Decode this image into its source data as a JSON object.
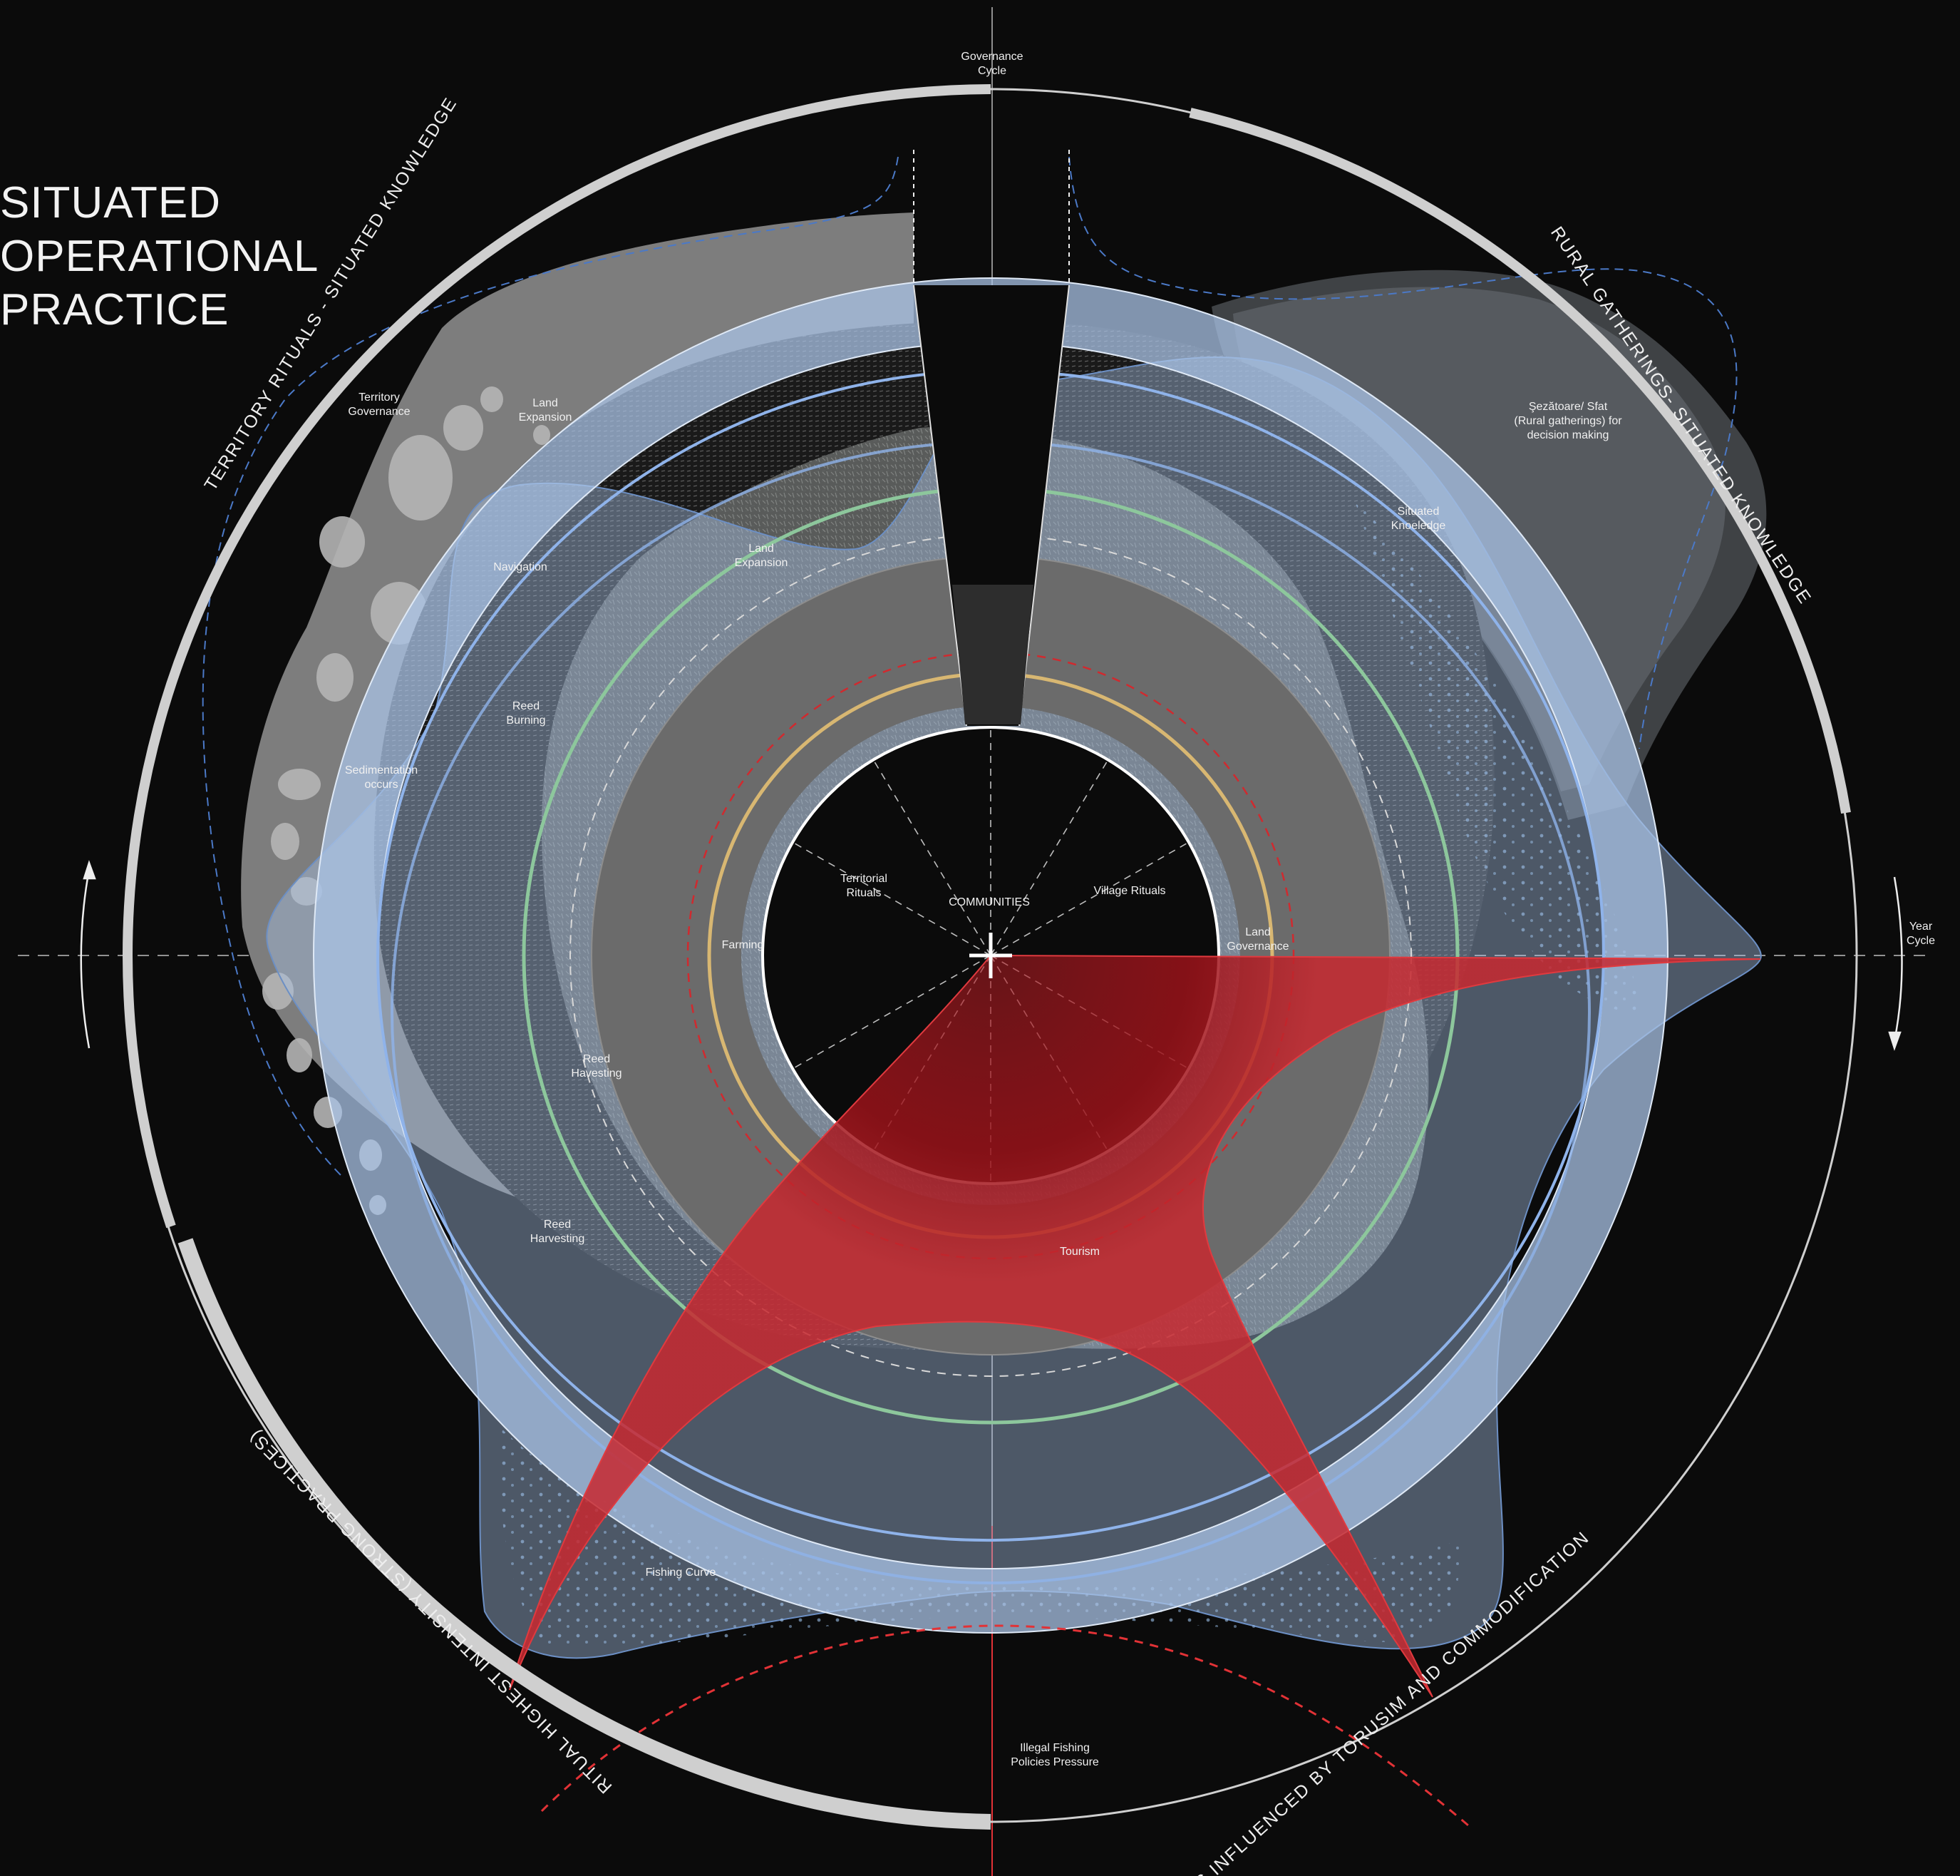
{
  "title": {
    "lines": [
      "SITUATED",
      "OPERATIONAL",
      "PRACTICE"
    ]
  },
  "axis_labels": {
    "governance_cycle": [
      "Governance",
      "Cycle"
    ],
    "year_cycle": [
      "Year",
      "Cycle"
    ],
    "bottom": [
      "Illegal Fishing",
      "Policies Pressure"
    ]
  },
  "arc_titles": {
    "top_left": "TERRITORY RITUALS - SITUATED KNOWLEDGE",
    "top_right": "RURAL GATHERINGS- SITUATED KNOWLEDGE",
    "bottom_left": "RITUAL HIGHEST INTENSITY (STRONG PRACTICES)",
    "bottom_right": "RITUALS INFLUENCED BY TORUSIM AND COMMODIFICATION"
  },
  "labels": {
    "territory_governance": [
      "Territory",
      "Governance"
    ],
    "land_expansion_outer": [
      "Land",
      "Expansion"
    ],
    "navigation": "Navigation",
    "land_expansion_inner": [
      "Land",
      "Expansion"
    ],
    "reed_burning": [
      "Reed",
      "Burning"
    ],
    "sedimentation": [
      "Sedimentation",
      "occurs"
    ],
    "reed_havesting": [
      "Reed",
      "Havesting"
    ],
    "reed_harvesting": [
      "Reed",
      "Harvesting"
    ],
    "fishing_curve": "Fishing Curve",
    "tourism": "Tourism",
    "situated_knoeledge": [
      "Situated",
      "Knoeledge"
    ],
    "rural_gatherings": [
      "Şezătoare/ Sfat",
      "(Rural gatherings) for",
      "decision making"
    ],
    "territorial_rituals": [
      "Territorial",
      "Rituals"
    ],
    "communities": "COMMUNITIES",
    "village_rituals": "Village Rituals",
    "farming": "Farming",
    "land_governance": [
      "Land",
      "Governance"
    ]
  },
  "colors": {
    "background": "#0b0b0b",
    "outer_ring": "#cfcfcf",
    "blue_band": "#a9c3e6",
    "blue_line": "#8fb3ea",
    "green_ring": "#8dc79c",
    "gold_ring": "#d8b772",
    "red_accent": "#d02a2f",
    "gray_ring": "#6e6e6e"
  }
}
